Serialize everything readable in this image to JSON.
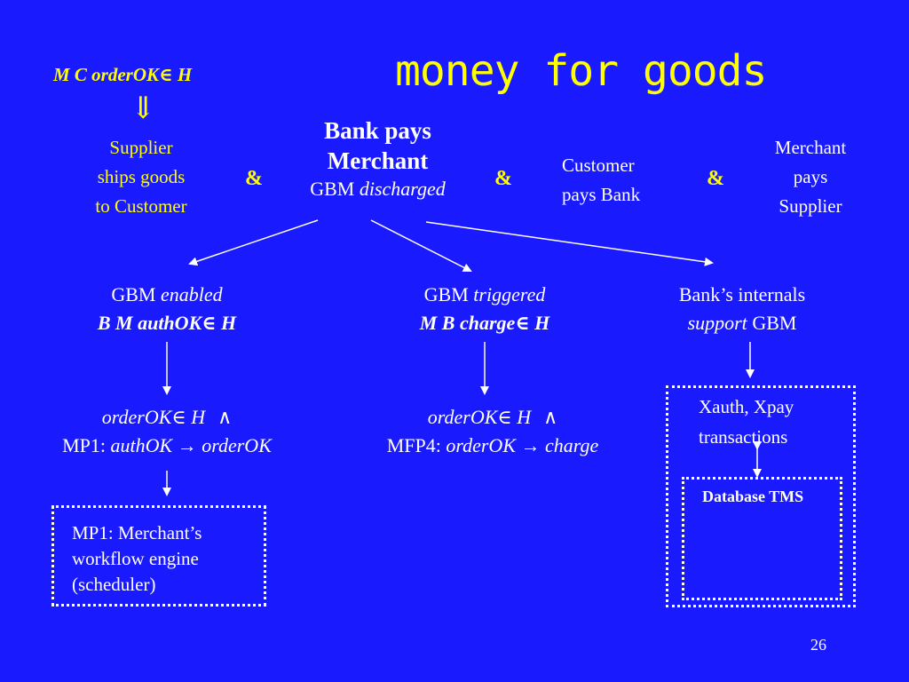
{
  "title": "money for goods",
  "premise": {
    "prefix": "M C orderOK",
    "elem": "∈",
    "suffix": " H",
    "implies": "⇓"
  },
  "supplier_ships": [
    "Supplier",
    "ships goods",
    "to Customer"
  ],
  "ampersand": "&",
  "bank_pays": {
    "line1": "Bank pays",
    "line2": "Merchant",
    "gbm": "GBM ",
    "status": "discharged"
  },
  "customer_pays": [
    "Customer",
    "pays Bank"
  ],
  "merchant_pays": [
    "Merchant",
    "pays",
    "Supplier"
  ],
  "left_branch": {
    "gbm": "GBM ",
    "status": "enabled",
    "cond_prefix": "B M authOK",
    "cond_elem": "∈",
    "cond_suffix": " H",
    "order_prefix": "orderOK",
    "order_elem": "∈",
    "order_suffix": " H",
    "and": "∧",
    "rule_label": "MP1: ",
    "rule_left": "authOK",
    "rule_arrow": " → ",
    "rule_right": "orderOK",
    "box": [
      "MP1: Merchant’s",
      "workflow engine",
      "(scheduler)"
    ]
  },
  "mid_branch": {
    "gbm": "GBM ",
    "status": "triggered",
    "cond_prefix": "M B charge",
    "cond_elem": "∈",
    "cond_suffix": " H",
    "order_prefix": "orderOK",
    "order_elem": "∈",
    "order_suffix": " H",
    "and": "∧",
    "rule_label": "MFP4: ",
    "rule_left": "orderOK",
    "rule_arrow": " → ",
    "rule_right": "charge"
  },
  "right_branch": {
    "line1": "Bank’s internals",
    "support": "support",
    "gbm": " GBM",
    "box_lines": [
      "Xauth, Xpay",
      "transactions"
    ],
    "db": "Database TMS"
  },
  "page_number": "26",
  "colors": {
    "background": "#1a1aff",
    "title": "#ffff00",
    "text": "#ffffff"
  }
}
